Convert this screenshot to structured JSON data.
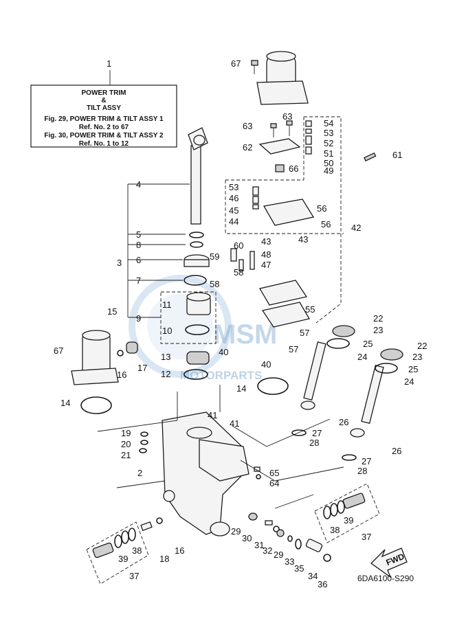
{
  "title_box": {
    "ref": "1",
    "lines": [
      "POWER TRIM",
      "&",
      "TILT ASSY",
      "Fig. 29, POWER TRIM & TILT ASSY 1",
      "Ref. No. 2 to 67",
      "Fig. 30, POWER TRIM & TILT ASSY 2",
      "Ref. No. 1 to 12"
    ]
  },
  "diagram_code": "6DA6100-S290",
  "fwd_label": "FWD",
  "watermark": {
    "text": "MOTORPARTS",
    "logo_icon": "msm-logo-icon"
  },
  "callouts": [
    "67",
    "63",
    "63",
    "54",
    "53",
    "62",
    "52",
    "51",
    "50",
    "66",
    "49",
    "61",
    "1",
    "4",
    "53",
    "46",
    "56",
    "45",
    "44",
    "56",
    "42",
    "5",
    "8",
    "43",
    "43",
    "3",
    "6",
    "60",
    "59",
    "48",
    "47",
    "58",
    "58",
    "7",
    "11",
    "9",
    "15",
    "10",
    "55",
    "22",
    "23",
    "57",
    "67",
    "17",
    "16",
    "40",
    "57",
    "22",
    "13",
    "25",
    "24",
    "23",
    "12",
    "40",
    "25",
    "24",
    "14",
    "14",
    "26",
    "41",
    "41",
    "19",
    "27",
    "20",
    "28",
    "21",
    "26",
    "65",
    "2",
    "64",
    "27",
    "28",
    "29",
    "30",
    "31",
    "16",
    "38",
    "39",
    "38",
    "18",
    "32",
    "29",
    "33",
    "37",
    "39",
    "35",
    "34",
    "37",
    "36"
  ]
}
